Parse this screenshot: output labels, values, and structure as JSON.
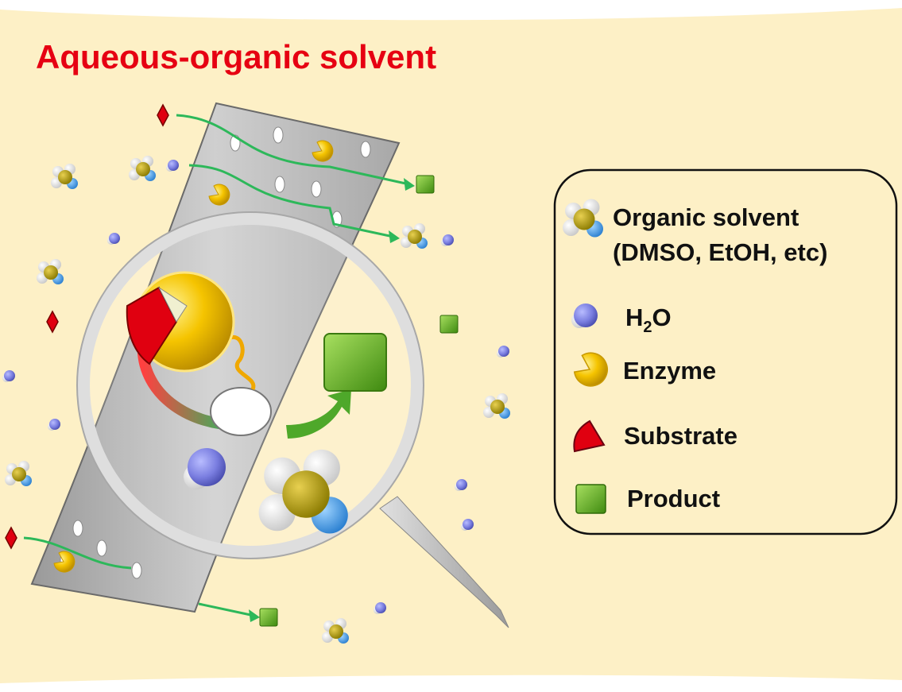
{
  "title": "Aqueous-organic solvent",
  "colors": {
    "title": "#e60012",
    "background": "#fdf0c6",
    "membrane": "#b9b9b9",
    "water": "#7a7ee0",
    "enzyme": "#f5c400",
    "substrate": "#e00010",
    "product": "#6cba2c",
    "arrow": "#2db85a"
  },
  "legend": {
    "items": [
      {
        "icon": "organic-solvent-molecule-icon",
        "label_line1": "Organic solvent",
        "label_line2": "(DMSO, EtOH, etc)"
      },
      {
        "icon": "water-molecule-icon",
        "label_main": "H",
        "label_sub": "2",
        "label_end": "O"
      },
      {
        "icon": "enzyme-icon",
        "label": "Enzyme"
      },
      {
        "icon": "substrate-icon",
        "label": "Substrate"
      },
      {
        "icon": "product-icon",
        "label": "Product"
      }
    ]
  }
}
